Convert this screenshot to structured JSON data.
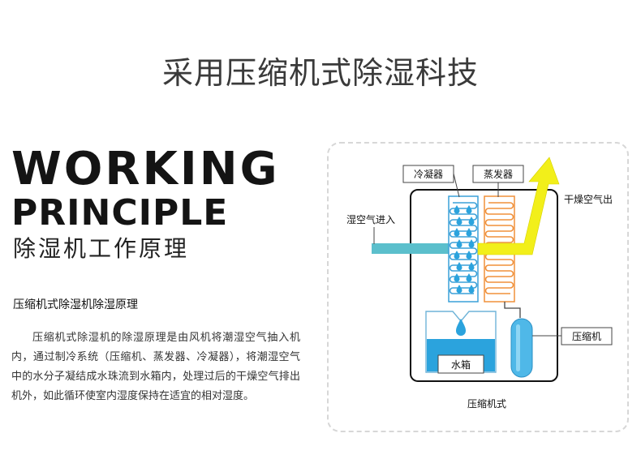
{
  "header": {
    "title": "采用压缩机式除湿科技"
  },
  "left": {
    "en_line1": "WORKING",
    "en_line2": "PRINCIPLE",
    "cn_subtitle": "除湿机工作原理",
    "section_title": "压缩机式除湿机除湿原理",
    "description": "压缩机式除湿机的除湿原理是由风机将潮湿空气抽入机内，通过制冷系统（压缩机、蒸发器、冷凝器），将潮湿空气中的水分子凝结成水珠流到水箱内，处理过后的干燥空气排出机外，如此循环使室内湿度保持在适宜的相对湿度。"
  },
  "diagram": {
    "labels": {
      "condenser": "冷凝器",
      "evaporator": "蒸发器",
      "humid_air_in": "湿空气进入",
      "dry_air_out": "干燥空气出",
      "compressor": "压缩机",
      "water_tank": "水箱",
      "caption": "压缩机式"
    },
    "colors": {
      "humid_air": "#5bbfcc",
      "dry_air": "#f2ef1a",
      "condenser_coil": "#3aa0d8",
      "evaporator_coil": "#f0903a",
      "water": "#2ba3dd"
    }
  }
}
